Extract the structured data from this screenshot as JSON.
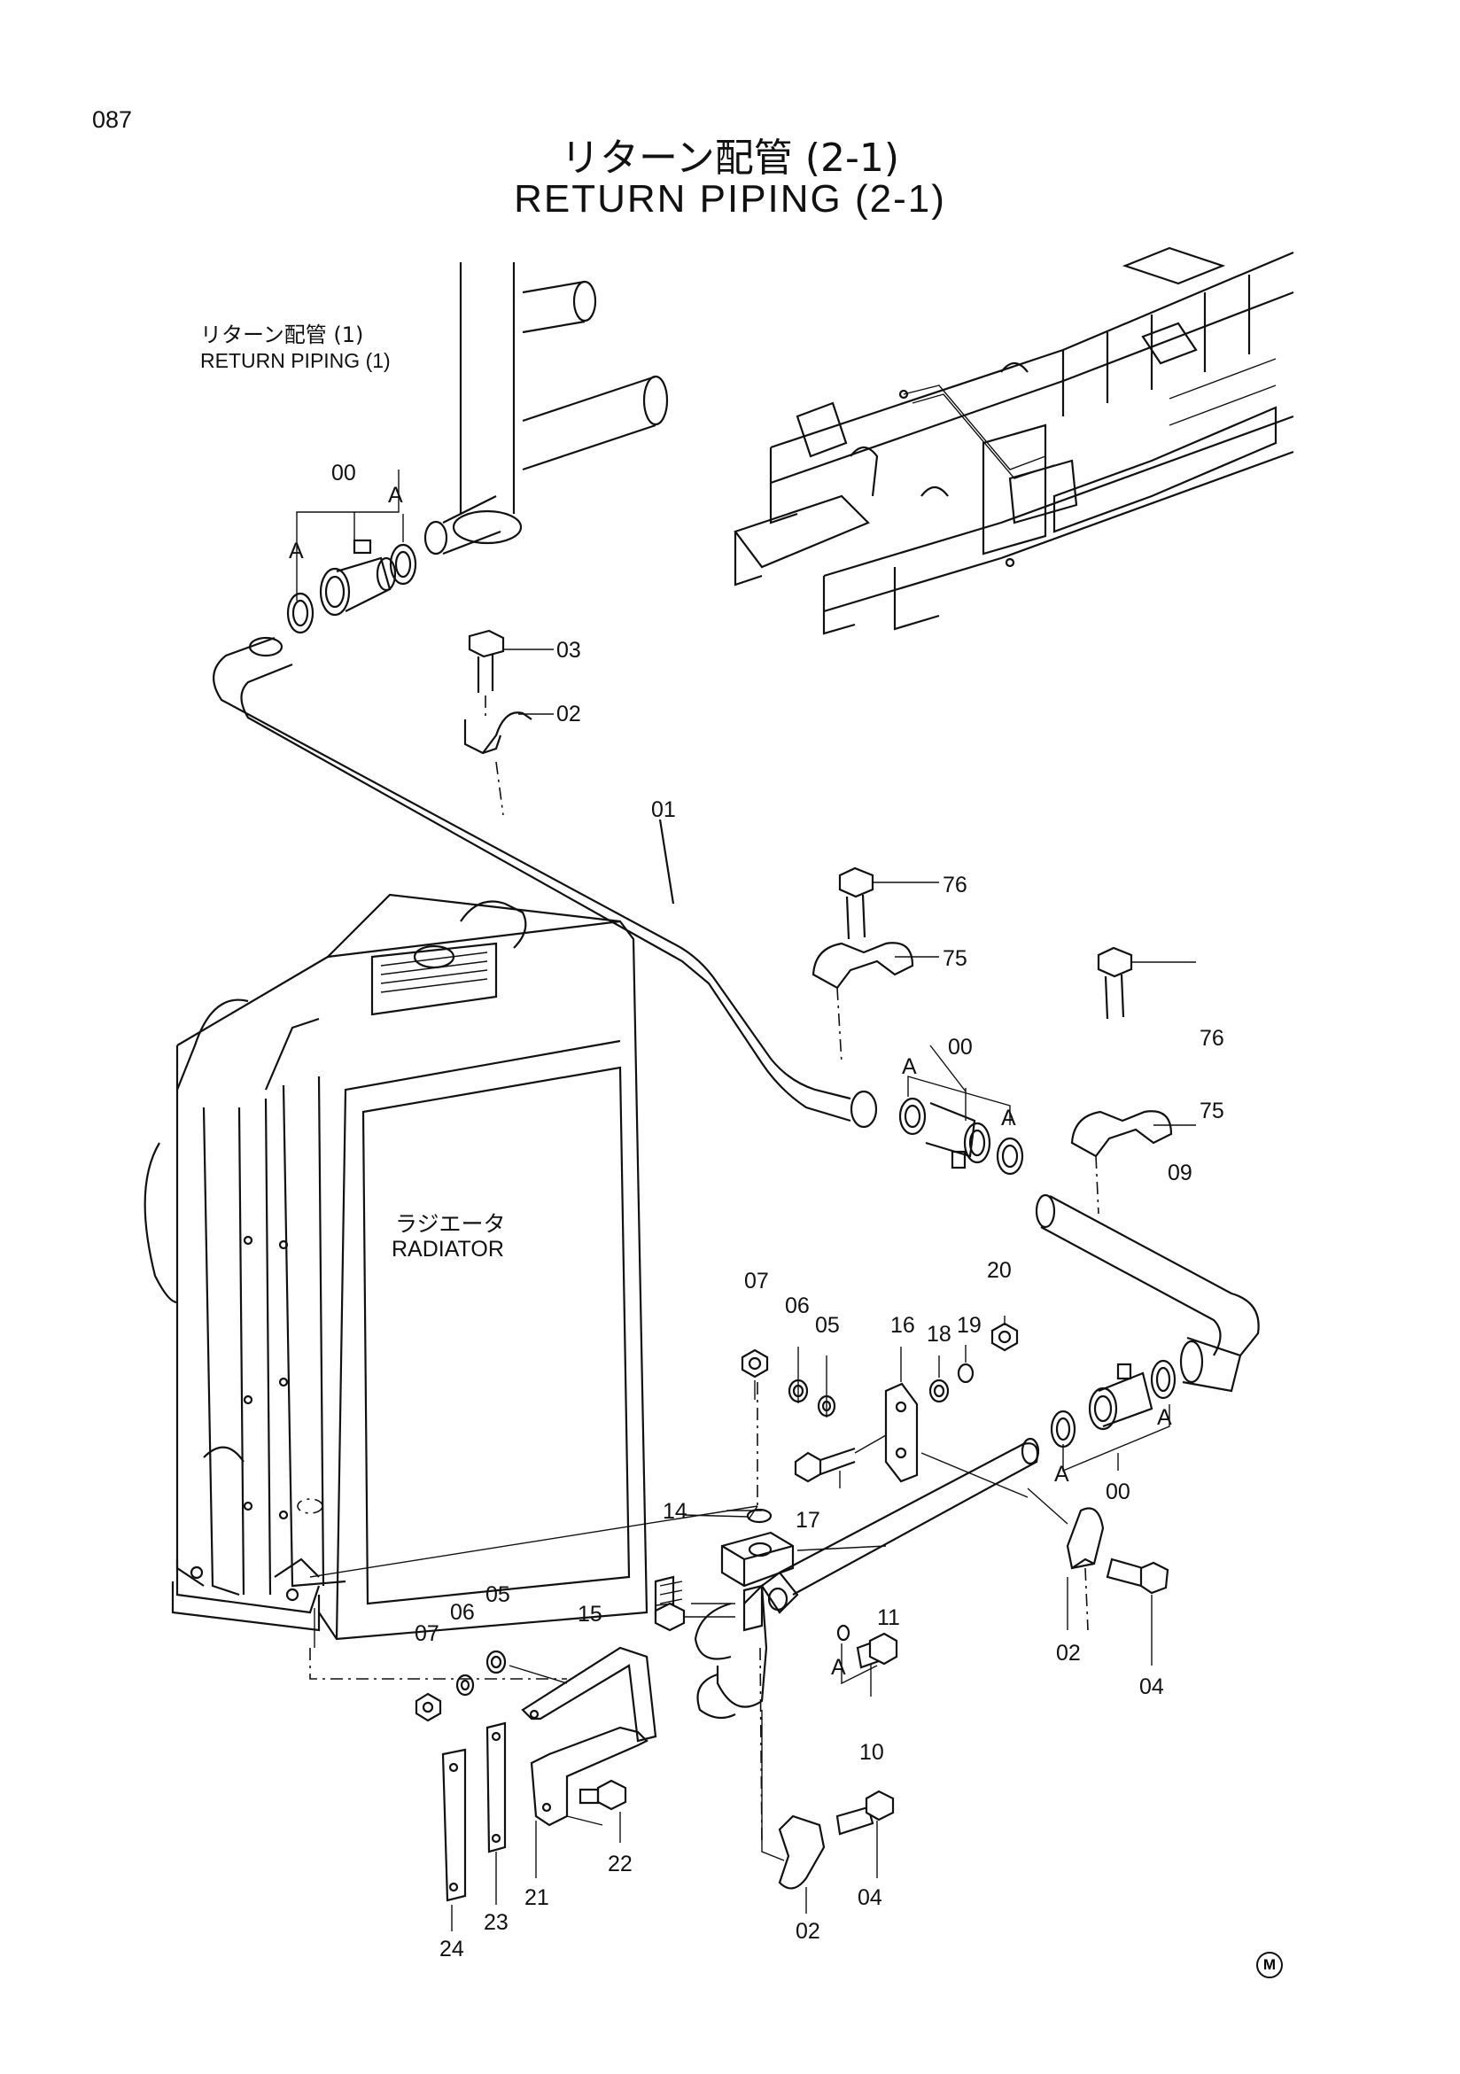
{
  "page_number": "087",
  "title_jp": "リターン配管 (2-1)",
  "title_en": "RETURN PIPING (2-1)",
  "reference_jp": "リターン配管 (1)",
  "reference_en": "RETURN PIPING (1)",
  "radiator_jp": "ラジエータ",
  "radiator_en": "RADIATOR",
  "marker": "M",
  "callouts": [
    "00",
    "A",
    "A",
    "03",
    "02",
    "01",
    "76",
    "75",
    "00",
    "A",
    "A",
    "76",
    "75",
    "09",
    "07",
    "06",
    "05",
    "16",
    "18",
    "19",
    "20",
    "A",
    "A",
    "00",
    "14",
    "17",
    "15",
    "11",
    "02",
    "04",
    "07",
    "06",
    "05",
    "A",
    "10",
    "22",
    "21",
    "24",
    "23",
    "02",
    "04"
  ]
}
